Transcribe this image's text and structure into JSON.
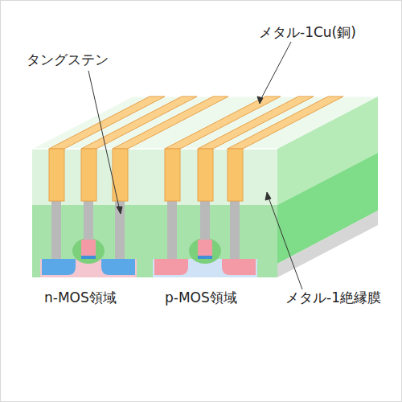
{
  "diagram": {
    "labels": [
      "メタル-1Cu(銅)",
      "タングステン",
      "n-MOS領域",
      "p-MOS領域",
      "メタル-1絶縁膜"
    ]
  }
}
